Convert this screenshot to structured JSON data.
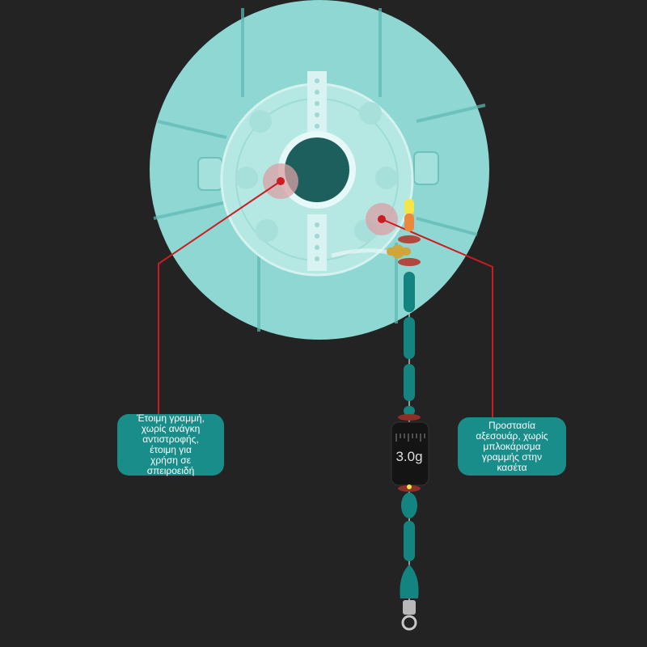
{
  "image": {
    "background_color": "#232323",
    "spool_color": "#8ed7d2",
    "line_color": "#cc1c22",
    "callout_color": "#188d8a",
    "float_color": "#13847f"
  },
  "sinker_weight": "3.0g",
  "callouts": {
    "left": "Έτοιμη γραμμή,\nχωρίς ανάγκη\nαντιστροφής,\nέτοιμη για\nχρήση σε\nσπειροειδή",
    "right": "Προστασία\nαξεσουάρ, χωρίς\nμπλοκάρισμα\nγραμμής στην\nκασέτα"
  }
}
